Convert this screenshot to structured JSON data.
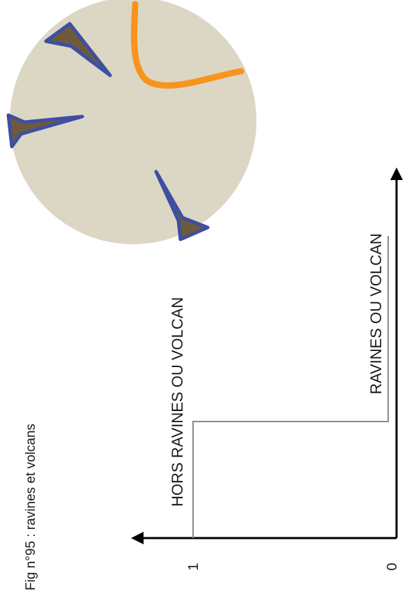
{
  "caption": "Fig n°95 : ravines et volcans",
  "zone_label_high": "HORS RAVINES OU VOLCAN",
  "zone_label_low": "RAVINES OU VOLCAN",
  "tick_labels": {
    "one": "1",
    "zero": "0"
  },
  "colors": {
    "disc_fill": "#dcd6c4",
    "edge_blue": "#3d4fa3",
    "fill_brown": "#6e5a3c",
    "orange_curve": "#f7941d",
    "axis": "#000000",
    "step_line": "#8a8a8a"
  }
}
